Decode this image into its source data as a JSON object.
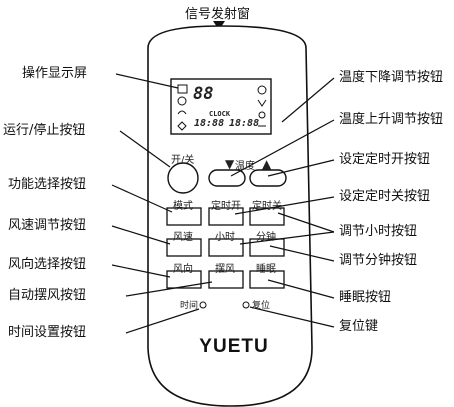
{
  "title": "信号发射窗",
  "left_labels": {
    "display": "操作显示屏",
    "run_stop": "运行/停止按钮",
    "mode_select": "功能选择按钮",
    "fan_speed": "风速调节按钮",
    "air_direction": "风向选择按钮",
    "auto_swing": "自动摆风按钮",
    "time_set": "时间设置按钮"
  },
  "right_labels": {
    "temp_down": "温度下降调节按钮",
    "temp_up": "温度上升调节按钮",
    "timer_on": "设定定时开按钮",
    "timer_off": "设定定时关按钮",
    "hour_adjust": "调节小时按钮",
    "minute_adjust": "调节分钟按钮",
    "sleep": "睡眠按钮",
    "reset": "复位键"
  },
  "remote": {
    "brand": "YUETU",
    "power_key": "开/关",
    "temp_key": "温度",
    "temp_down_symbol": "▼",
    "temp_up_symbol": "▲",
    "mode_key": "模式",
    "timer_on_key": "定时开",
    "timer_off_key": "定时关",
    "fan_key": "风速",
    "hour_key": "小时",
    "minute_key": "分钟",
    "direction_key": "风向",
    "swing_key": "摆风",
    "sleep_key": "睡眠",
    "time_key": "时间",
    "reset_key": "复位",
    "lcd_big_digits": "88",
    "lcd_clock_label": "CLOCK",
    "lcd_left_time": "18:88",
    "lcd_right_time": "18:88"
  }
}
